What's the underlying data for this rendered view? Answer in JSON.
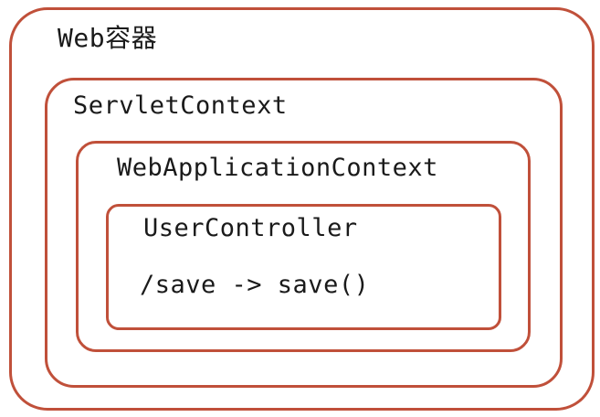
{
  "containers": {
    "web_container": {
      "label": "Web容器"
    },
    "servlet_context": {
      "label": "ServletContext"
    },
    "web_application_context": {
      "label": "WebApplicationContext"
    },
    "user_controller": {
      "label": "UserController",
      "mapping": "/save -> save()"
    }
  },
  "colors": {
    "border": "#c0503a",
    "text": "#1a1a1a",
    "background": "#ffffff"
  }
}
